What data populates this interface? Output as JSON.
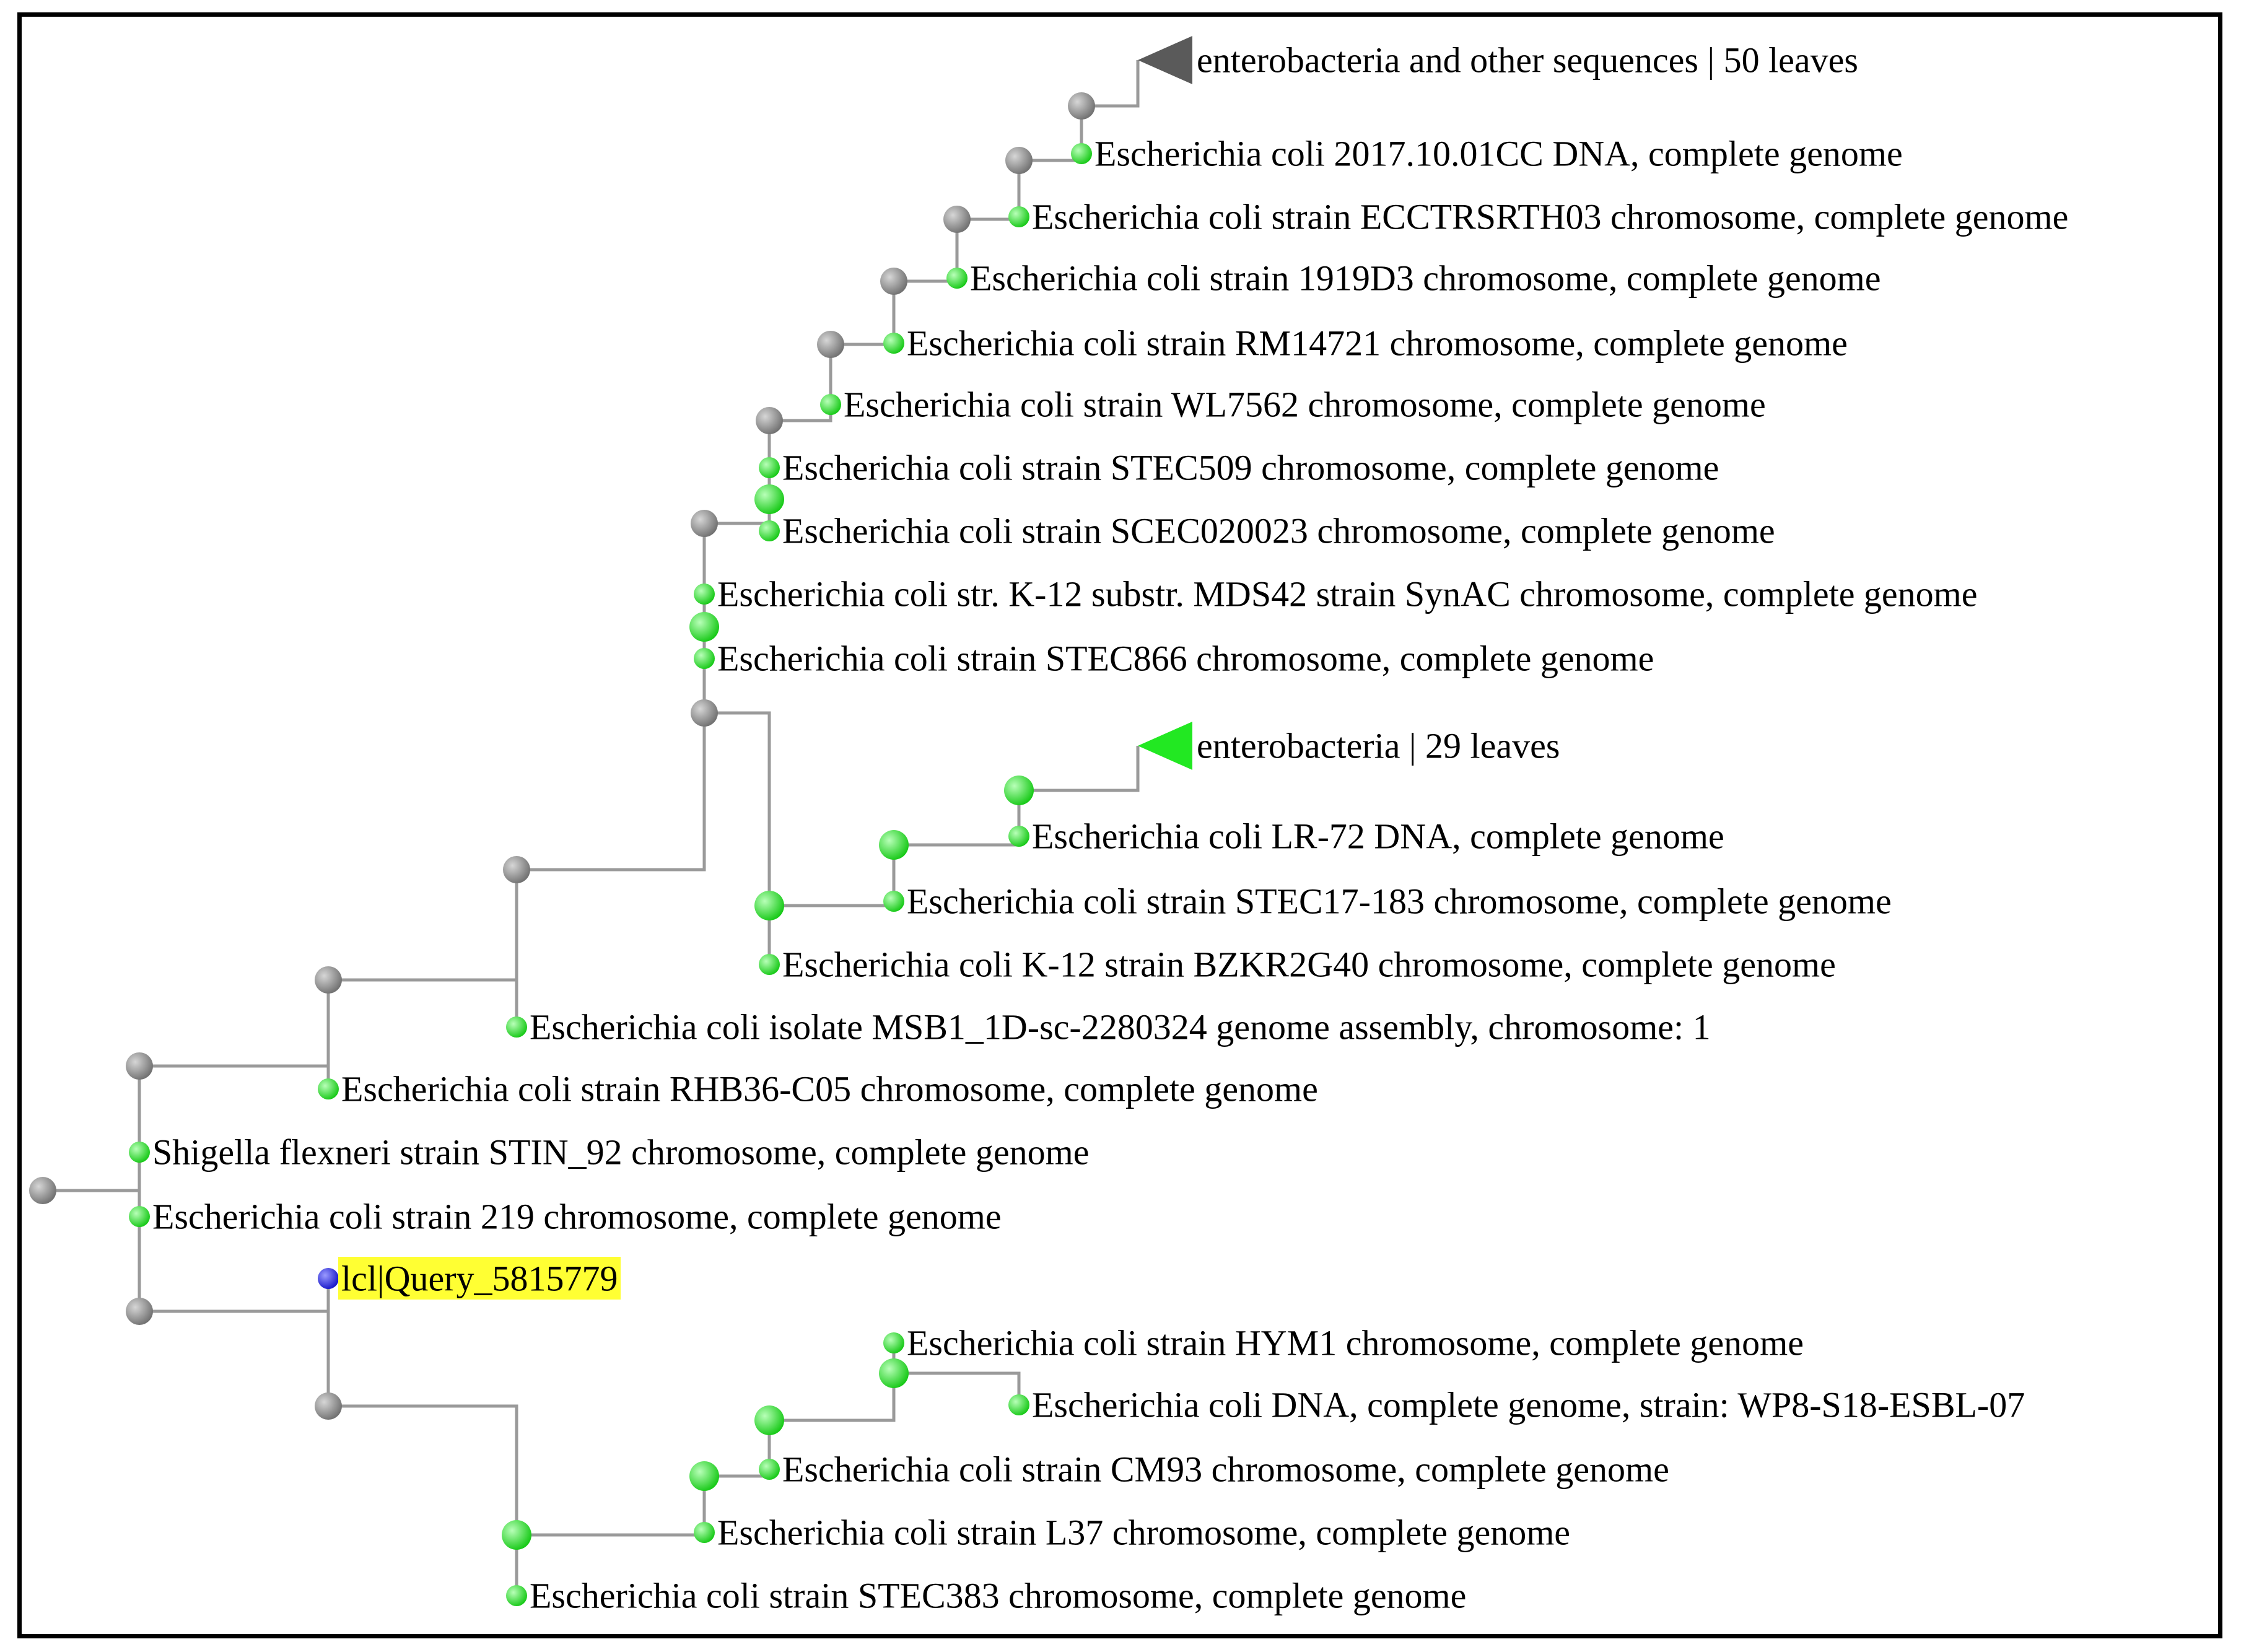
{
  "colors": {
    "branch": "#9a9a9a",
    "internal_node": "#8c8c8c",
    "leaf_node": "#22e822",
    "query_node": "#2222dd",
    "query_highlight": "#ffff33",
    "collapsed_gray": "#5a5a5a",
    "collapsed_green": "#22e822"
  },
  "labels": {
    "n1": "enterobacteria and other sequences | 50 leaves",
    "n2": "Escherichia coli 2017.10.01CC DNA, complete genome",
    "n3": "Escherichia coli strain ECCTRSRTH03 chromosome, complete genome",
    "n4": "Escherichia coli strain 1919D3 chromosome, complete genome",
    "n5": "Escherichia coli strain RM14721 chromosome, complete genome",
    "n6": "Escherichia coli strain WL7562 chromosome, complete genome",
    "n7": "Escherichia coli strain STEC509 chromosome, complete genome",
    "n8": "Escherichia coli strain SCEC020023 chromosome, complete genome",
    "n9": "Escherichia coli str. K-12 substr. MDS42 strain SynAC chromosome, complete genome",
    "n10": "Escherichia coli strain STEC866 chromosome, complete genome",
    "n11": "enterobacteria | 29 leaves",
    "n12": "Escherichia coli LR-72 DNA, complete genome",
    "n13": "Escherichia coli strain STEC17-183 chromosome, complete genome",
    "n14": "Escherichia coli K-12 strain BZKR2G40 chromosome, complete genome",
    "n15": "Escherichia coli isolate MSB1_1D-sc-2280324 genome assembly, chromosome: 1",
    "n16": "Escherichia coli strain RHB36-C05 chromosome, complete genome",
    "n17": "Shigella flexneri strain STIN_92 chromosome, complete genome",
    "n18": "Escherichia coli strain 219 chromosome, complete genome",
    "n19": "lcl|Query_5815779",
    "n20": "Escherichia coli strain HYM1 chromosome, complete genome",
    "n21": "Escherichia coli DNA, complete genome, strain: WP8-S18-ESBL-07",
    "n22": "Escherichia coli strain CM93 chromosome, complete genome",
    "n23": "Escherichia coli strain L37 chromosome, complete genome",
    "n24": "Escherichia coli strain STEC383 chromosome, complete genome"
  }
}
